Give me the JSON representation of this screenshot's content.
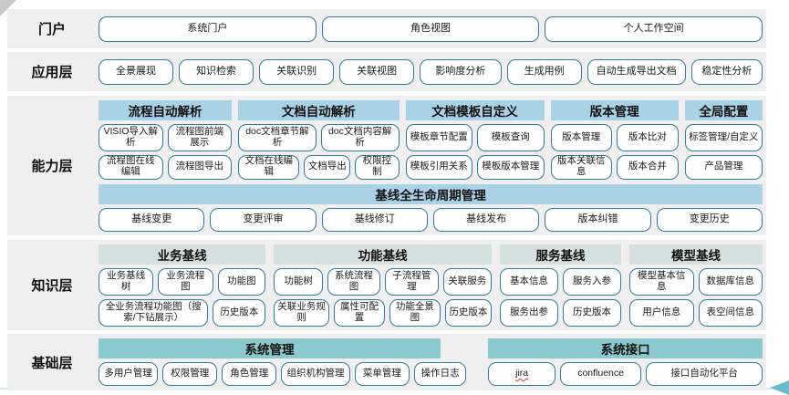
{
  "colors": {
    "band-bg": "#efefef",
    "border": "#2e7d99",
    "hdr-blue": "#a9d3e5",
    "hdr-sage": "#d4e0dd",
    "hdr-teal": "#8ac9cd",
    "line": "#cde9f1",
    "arrow": "#6bbcca"
  },
  "layers": [
    {
      "label": "门户",
      "buttons": [
        "系统门户",
        "角色视图",
        "个人工作空间"
      ]
    },
    {
      "label": "应用层",
      "buttons": [
        "全景展现",
        "知识检索",
        "关联识别",
        "关联视图",
        "影响度分析",
        "生成用例",
        "自动生成导出文档",
        "稳定性分析"
      ]
    },
    {
      "label": "能力层",
      "groups": [
        {
          "header": "流程自动解析",
          "rows": [
            [
              "VISIO导入解析",
              "流程图前端展示"
            ],
            [
              "流程图在线编辑",
              "流程图导出"
            ]
          ]
        },
        {
          "header": "文档自动解析",
          "rows": [
            [
              "doc文档章节解析",
              "doc文档内容解析"
            ],
            [
              "文档在线编辑",
              "文档导出",
              "权限控制"
            ]
          ]
        },
        {
          "header": "文档模板自定义",
          "rows": [
            [
              "模板章节配置",
              "模板查询"
            ],
            [
              "模板引用关系",
              "模板版本管理"
            ]
          ]
        },
        {
          "header": "版本管理",
          "rows": [
            [
              "版本管理",
              "版本比对"
            ],
            [
              "版本关联信息",
              "版本合并"
            ]
          ]
        },
        {
          "header": "全局配置",
          "rows": [
            [
              "标签管理/自定义"
            ],
            [
              "产品管理"
            ]
          ]
        }
      ],
      "baseline": {
        "header": "基线全生命周期管理",
        "buttons": [
          "基线变更",
          "变更评审",
          "基线修订",
          "基线发布",
          "版本纠错",
          "变更历史"
        ]
      }
    },
    {
      "label": "知识层",
      "groups": [
        {
          "header": "业务基线",
          "rows": [
            [
              "业务基线树",
              "业务流程图",
              "功能图"
            ],
            [
              "全业务流程功能图（搜索/下钻展示）",
              "历史版本"
            ]
          ]
        },
        {
          "header": "功能基线",
          "rows": [
            [
              "功能树",
              "系统流程图",
              "子流程管理",
              "关联服务"
            ],
            [
              "关联业务规则",
              "属性可配置",
              "功能全景图",
              "历史版本"
            ]
          ]
        },
        {
          "header": "服务基线",
          "rows": [
            [
              "基本信息",
              "服务入参"
            ],
            [
              "服务出参",
              "历史版本"
            ]
          ]
        },
        {
          "header": "模型基线",
          "rows": [
            [
              "模型基本信息",
              "数据库信息"
            ],
            [
              "用户信息",
              "表空间信息"
            ]
          ]
        }
      ]
    },
    {
      "label": "基础层",
      "groups": [
        {
          "header": "系统管理",
          "rows": [
            [
              "多用户管理",
              "权限管理",
              "角色管理",
              "组织机构管理",
              "菜单管理",
              "操作日志"
            ]
          ]
        },
        {
          "header": "系统接口",
          "rows": [
            [
              "jira",
              "confluence",
              "接口自动化平台"
            ]
          ]
        }
      ]
    }
  ]
}
